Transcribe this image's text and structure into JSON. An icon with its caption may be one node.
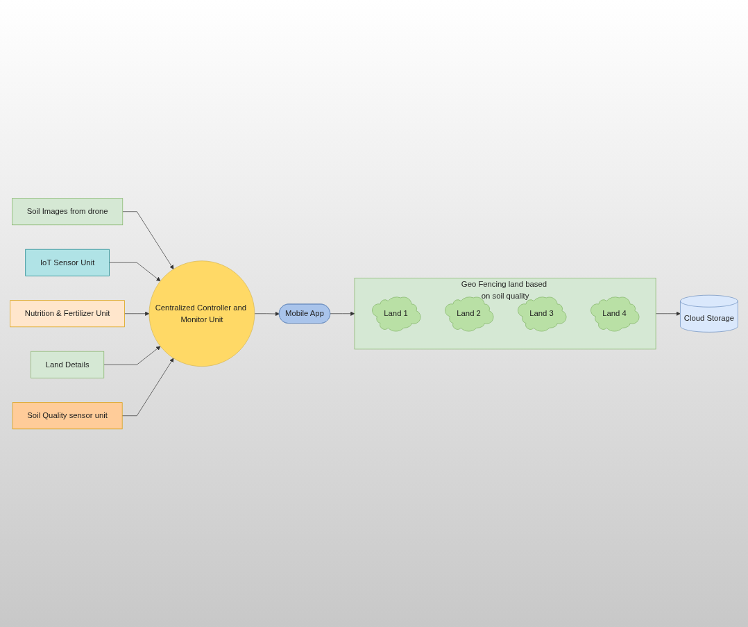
{
  "diagram": {
    "nodes": [
      {
        "text": [
          "Soil Images from drone"
        ]
      },
      {
        "text": [
          "IoT Sensor Unit"
        ]
      },
      {
        "text": [
          "Nutrition & Fertilizer Unit"
        ]
      },
      {
        "text": [
          "Land Details"
        ]
      },
      {
        "text": [
          "Centralized Controller and Monitor Unit"
        ]
      },
      {
        "text": [
          "Soil Quality sensor unit"
        ]
      },
      {
        "text": [
          "Mobile App"
        ]
      },
      {
        "text": [
          "Geo Fencing land based on soil quality"
        ]
      },
      {
        "text": [
          "Land 1"
        ],
        "in": 7
      },
      {
        "text": [
          "Land 2"
        ],
        "in": 7
      },
      {
        "text": [
          "Land 3"
        ],
        "in": 7
      },
      {
        "text": [
          "Land 4"
        ],
        "in": 7
      },
      {
        "text": [
          "Cloud Storage"
        ]
      }
    ],
    "edges": [
      {
        "from": 0,
        "to": 4,
        "arrow": "to"
      },
      {
        "from": 1,
        "to": 4,
        "arrow": "to"
      },
      {
        "from": 2,
        "to": 4,
        "arrow": "to"
      },
      {
        "from": 3,
        "to": 4,
        "arrow": "to"
      },
      {
        "from": 5,
        "to": 4,
        "arrow": "to"
      },
      {
        "from": 4,
        "to": 6,
        "arrow": "to"
      },
      {
        "from": 6,
        "to": 7,
        "arrow": "to"
      },
      {
        "from": 7,
        "to": 12,
        "arrow": "to"
      }
    ]
  }
}
